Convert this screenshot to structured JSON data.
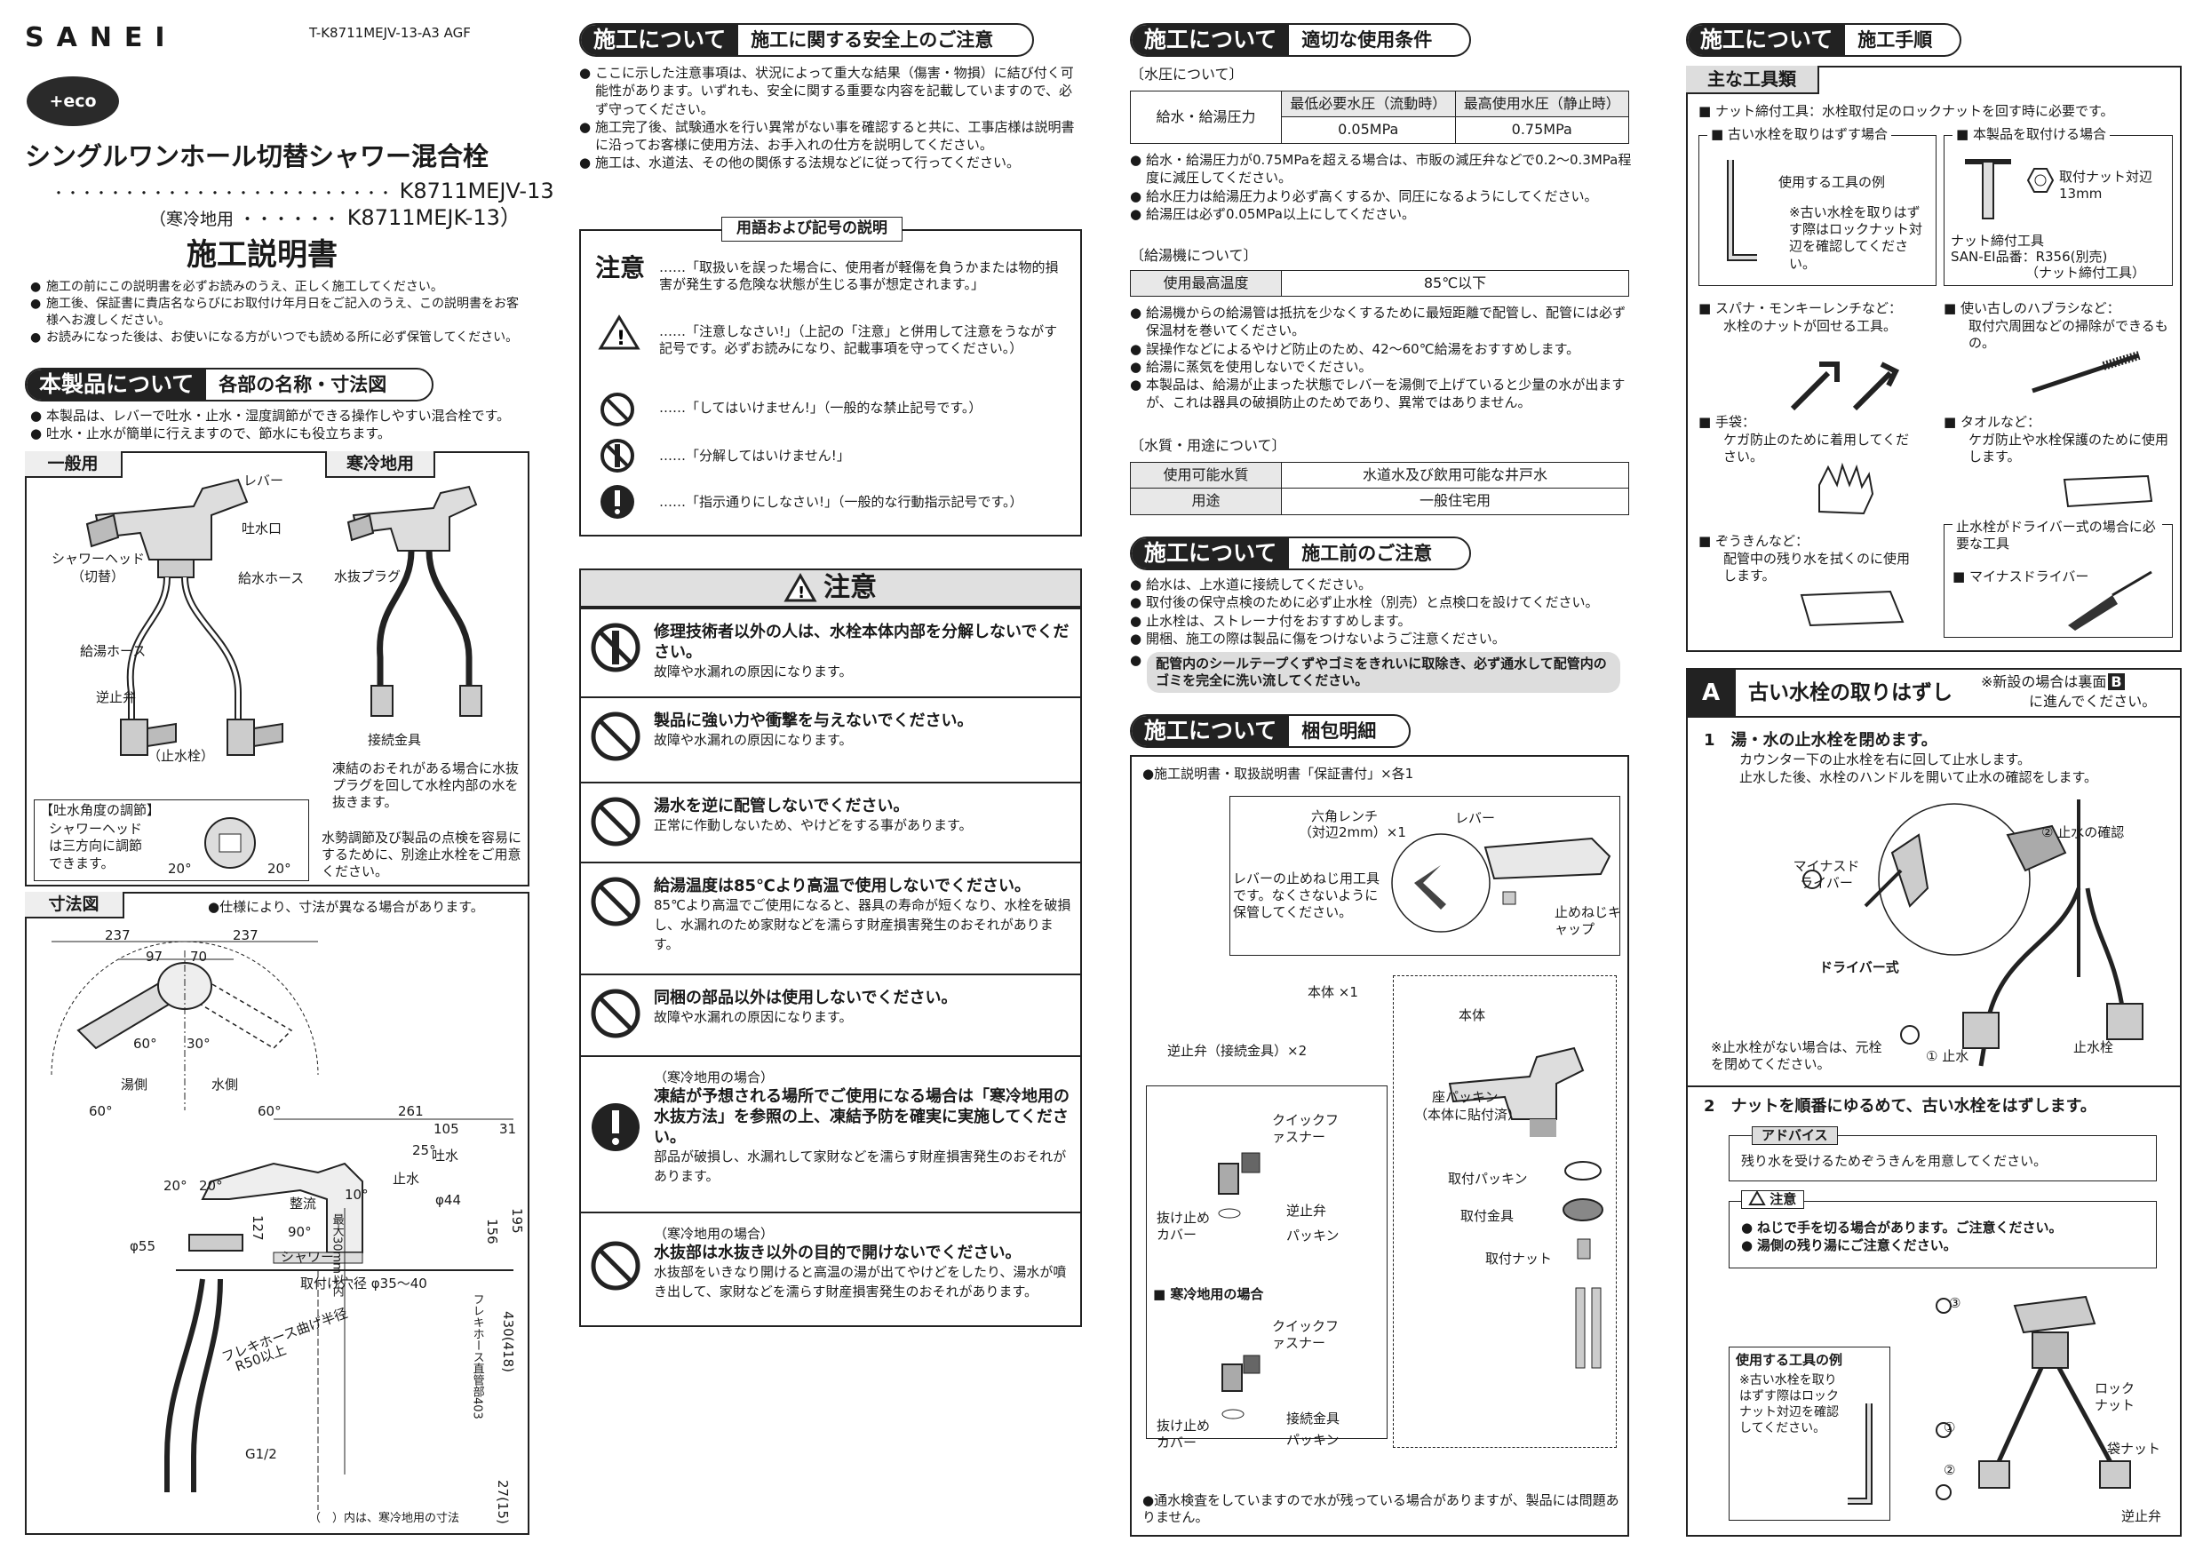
{
  "doc": {
    "code": "T-K8711MEJV-13-A3 AGF",
    "brand": "SANEI",
    "eco": "+eco"
  },
  "col1": {
    "title": "シングルワンホール切替シャワー混合栓",
    "model1_dots": "・・・・・・・・・・・・・・・・・・・・・・・・",
    "model1": "K8711MEJV-13",
    "model2_prefix": "（寒冷地用 ・・・・・・",
    "model2": "K8711MEJK-13）",
    "manual": "施工説明書",
    "notes": [
      "施工の前にこの説明書を必ずお読みのうえ、正しく施工してください。",
      "施工後、保証書に貴店名ならびにお取付け年月日をご記入のうえ、この説明書をお客様へお渡しください。",
      "お読みになった後は、お使いになる方がいつでも読める所に必ず保管してください。"
    ],
    "h_a": "本製品について",
    "h_b": "各部の名称・寸法図",
    "feat": [
      "本製品は、レバーで吐水・止水・湿度調節ができる操作しやすい混合栓です。",
      "吐水・止水が簡単に行えますので、節水にも役立ちます。"
    ],
    "general": "一般用",
    "cold": "寒冷地用",
    "parts": {
      "lever": "レバー",
      "spout": "吐水口",
      "shower_head": "シャワーヘッド",
      "switch": "（切替）",
      "water_hose": "給水ホース",
      "hot_hose": "給湯ホース",
      "check_valve": "逆止弁",
      "stop_valve": "（止水栓）",
      "drain_plug": "水抜プラグ",
      "joint": "接続金具"
    },
    "cold_note": "凍結のおそれがある場合に水抜プラグを回して水栓内部の水を抜きます。",
    "angle_title": "【吐水角度の調節】",
    "angle_text": "シャワーヘッドは三方向に調節できます。",
    "angle_20a": "20°",
    "angle_20b": "20°",
    "flow_note": "水勢調節及び製品の点検を容易にするために、別途止水栓をご用意ください。",
    "dim_title": "寸法図",
    "dim_note": "●仕様により、寸法が異なる場合があります。",
    "dims": {
      "d237a": "237",
      "d237b": "237",
      "d97": "97",
      "d70": "70",
      "d60a": "60°",
      "d30": "30°",
      "hot": "湯側",
      "cold": "水側",
      "d60b": "60°",
      "d60c": "60°",
      "d261": "261",
      "d105": "105",
      "d31": "31",
      "d25": "25°",
      "spout": "吐水",
      "stop": "止水",
      "d44": "φ44",
      "d195": "195",
      "d156": "156",
      "d20a": "20°",
      "d20b": "20°",
      "d10": "10°",
      "rect": "整流",
      "shower": "シャワー",
      "d127": "127",
      "d90": "90°",
      "d55": "φ55",
      "max30": "最大30mm以内",
      "hole": "取付け穴径 φ35～40",
      "flex_r": "フレキホース曲げ半径",
      "r50": "R50以上",
      "flex_len": "フレキホース直管部403",
      "d430": "430(418)",
      "g12": "G1/2",
      "d27": "27(15)",
      "paren_note": "（　）内は、寒冷地用の寸法"
    }
  },
  "col2": {
    "h_a": "施工について",
    "h_b": "施工に関する安全上のご注意",
    "safety": [
      "ここに示した注意事項は、状況によって重大な結果（傷害・物損）に結び付く可能性があります。いずれも、安全に関する重要な内容を記載していますので、必ず守ってください。",
      "施工完了後、試験通水を行い異常がない事を確認すると共に、工事店様は説明書に沿ってお客様に使用方法、お手入れの仕方を説明してください。",
      "施工は、水道法、その他の関係する法規などに従って行ってください。"
    ],
    "terms_title": "用語および記号の説明",
    "t_caution": "注意",
    "t1": "……「取扱いを誤った場合に、使用者が軽傷を負うかまたは物的損害が発生する危険な状態が生じる事が想定されます。」",
    "t2": "……「注意しなさい!」（上記の「注意」と併用して注意をうながす記号です。必ずお読みになり、記載事項を守ってください。）",
    "t3": "……「してはいけません!」（一般的な禁止記号です。）",
    "t4": "……「分解してはいけません!」",
    "t5": "……「指示通りにしなさい!」（一般的な行動指示記号です。）",
    "caution_head": "注意",
    "c": [
      {
        "b": "修理技術者以外の人は、水栓本体内部を分解しないでください。",
        "s": "故障や水漏れの原因になります。"
      },
      {
        "b": "製品に強い力や衝撃を与えないでください。",
        "s": "故障や水漏れの原因になります。"
      },
      {
        "b": "湯水を逆に配管しないでください。",
        "s": "正常に作動しないため、やけどをする事があります。"
      },
      {
        "b": "給湯温度は85℃より高温で使用しないでください。",
        "s": "85℃より高温でご使用になると、器具の寿命が短くなり、水栓を破損し、水漏れのため家財などを濡らす財産損害発生のおそれがあります。"
      },
      {
        "b": "同梱の部品以外は使用しないでください。",
        "s": "故障や水漏れの原因になります。"
      },
      {
        "p": "（寒冷地用の場合）",
        "b": "凍結が予想される場所でご使用になる場合は「寒冷地用の水抜方法」を参照の上、凍結予防を確実に実施してください。",
        "s": "部品が破損し、水漏れして家財などを濡らす財産損害発生のおそれがあります。"
      },
      {
        "p": "（寒冷地用の場合）",
        "b": "水抜部は水抜き以外の目的で開けないでください。",
        "s": "水抜部をいきなり開けると高温の湯が出てやけどをしたり、湯水が噴き出して、家財などを濡らす財産損害発生のおそれがあります。"
      }
    ]
  },
  "col3": {
    "h1a": "施工について",
    "h1b": "適切な使用条件",
    "wp": "〔水圧について〕",
    "wp_th": [
      "最低必要水圧（流動時）",
      "最高使用水圧（静止時）"
    ],
    "wp_row": [
      "給水・給湯圧力",
      "0.05MPa",
      "0.75MPa"
    ],
    "wp_notes": [
      "給水・給湯圧力が0.75MPaを超える場合は、市販の減圧弁などで0.2～0.3MPa程度に減圧してください。",
      "給水圧力は給湯圧力より必ず高くするか、同圧になるようにしてください。",
      "給湯圧は必ず0.05MPa以上にしてください。"
    ],
    "hw": "〔給湯機について〕",
    "hw_row": [
      "使用最高温度",
      "85℃以下"
    ],
    "hw_notes": [
      "給湯機からの給湯管は抵抗を少なくするために最短距離で配管し、配管には必ず保温材を巻いてください。",
      "誤操作などによるやけど防止のため、42～60℃給湯をおすすめします。",
      "給湯に蒸気を使用しないでください。",
      "本製品は、給湯が止まった状態でレバーを湯側で上げていると少量の水が出ますが、これは器具の破損防止のためであり、異常ではありません。"
    ],
    "wq": "〔水質・用途について〕",
    "wq_rows": [
      [
        "使用可能水質",
        "水道水及び飲用可能な井戸水"
      ],
      [
        "用途",
        "一般住宅用"
      ]
    ],
    "h2a": "施工について",
    "h2b": "施工前のご注意",
    "pre": [
      "給水は、上水道に接続してください。",
      "取付後の保守点検のために必ず止水栓（別売）と点検口を設けてください。",
      "止水栓は、ストレーナ付をおすすめします。",
      "開梱、施工の際は製品に傷をつけないようご注意ください。"
    ],
    "pre_gray": "配管内のシールテープくずやゴミをきれいに取除き、必ず通水して配管内のゴミを完全に洗い流してください。",
    "h3a": "施工について",
    "h3b": "梱包明細",
    "pk_top": "●施工説明書・取扱説明書「保証書付」×各1",
    "pk": {
      "hex": "六角レンチ",
      "hex2": "（対辺2mm）×1",
      "lever": "レバー",
      "tool_note": "レバーの止めねじ用工具です。なくさないように保管してください。",
      "cap": "止めねじキャップ",
      "body1": "本体 ×1",
      "body": "本体",
      "check": "逆止弁（接続金具）×2",
      "qf": "クイックファスナー",
      "cover": "抜け止めカバー",
      "cv": "逆止弁",
      "pk": "パッキン",
      "seat": "座パッキン",
      "seat2": "（本体に貼付済）",
      "mp": "取付パッキン",
      "mf": "取付金具",
      "mn": "取付ナット",
      "cold": "■ 寒冷地用の場合",
      "qf2": "クイックファスナー",
      "joint": "接続金具",
      "cover2": "抜け止めカバー",
      "pk2": "パッキン"
    },
    "pk_bottom": "●通水検査をしていますので水が残っている場合がありますが、製品には問題ありません。"
  },
  "col4": {
    "h_a": "施工について",
    "h_b": "施工手順",
    "tools_title": "主な工具類",
    "nut_tool": "■ ナット締付工具：水栓取付足のロックナットを回す時に必要です。",
    "old_box": "■ 古い水栓を取りはずす場合",
    "new_box": "■ 本製品を取付ける場合",
    "tool_ex": "使用する工具の例",
    "tool_ex2": "※古い水栓を取りはずす際はロックナット対辺を確認してください。",
    "nut_label": "取付ナット対辺13mm",
    "nut_tool2": "ナット締付工具",
    "sanei_part": "SAN-EI品番：R356(別売)",
    "nut_tool3": "（ナット締付工具）",
    "spanner": "■ スパナ・モンキーレンチなど：",
    "spanner2": "水栓のナットが回せる工具。",
    "brush": "■ 使い古しのハブラシなど：",
    "brush2": "取付穴周囲などの掃除ができるもの。",
    "glove": "■ 手袋：",
    "glove2": "ケガ防止のために着用してください。",
    "towel": "■ タオルなど：",
    "towel2": "ケガ防止や水栓保護のために使用します。",
    "rag": "■ ぞうきんなど：",
    "rag2": "配管中の残り水を拭くのに使用します。",
    "drv_box": "止水栓がドライバー式の場合に必要な工具",
    "drv": "■ マイナスドライバー",
    "secA": "A",
    "secA_title": "古い水栓の取りはずし",
    "secA_note": "※新設の場合は裏面",
    "secA_note_b": "B",
    "secA_note2": "に進んでください。",
    "s1": "1　湯・水の止水栓を閉めます。",
    "s1a": "カウンター下の止水栓を右に回して止水します。",
    "s1b": "止水した後、水栓のハンドルを開いて止水の確認をします。",
    "s1_l": {
      "confirm": "② 止水の確認",
      "minus": "マイナスドライバー",
      "drv": "ドライバー式",
      "stop1": "① 止水",
      "stop2": "止水栓",
      "none": "※止水栓がない場合は、元栓を閉めてください。"
    },
    "s2": "2　ナットを順番にゆるめて、古い水栓をはずします。",
    "advice": "アドバイス",
    "advice2": "残り水を受けるためぞうきんを用意してください。",
    "caution": "注意",
    "caution2": [
      "ねじで手を切る場合があります。ご注意ください。",
      "湯側の残り湯にご注意ください。"
    ],
    "s2_l": {
      "ex": "使用する工具の例",
      "ex2": "※古い水栓を取りはずす際はロックナット対辺を確認してください。",
      "lock": "ロックナット",
      "bag": "袋ナット",
      "check": "逆止弁",
      "n1": "①",
      "n2": "②",
      "n3": "③"
    }
  }
}
